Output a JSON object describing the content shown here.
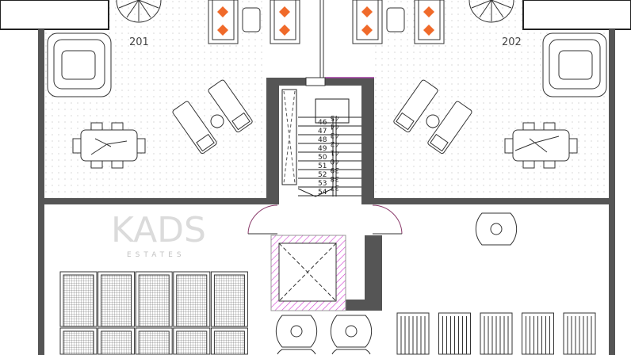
{
  "units": {
    "left": "201",
    "right": "202"
  },
  "stairs": {
    "up_steps": [
      "46",
      "47",
      "48",
      "49",
      "50",
      "51",
      "52",
      "53",
      "54"
    ],
    "down_steps": [
      "45",
      "44",
      "43",
      "42",
      "41",
      "40",
      "39",
      "38",
      "37"
    ]
  },
  "watermark": {
    "brand": "KADS",
    "sub": "ESTATES"
  },
  "colors": {
    "wall": "#555555",
    "accent": "#f06a2a",
    "hatch": "#d23cd2"
  }
}
